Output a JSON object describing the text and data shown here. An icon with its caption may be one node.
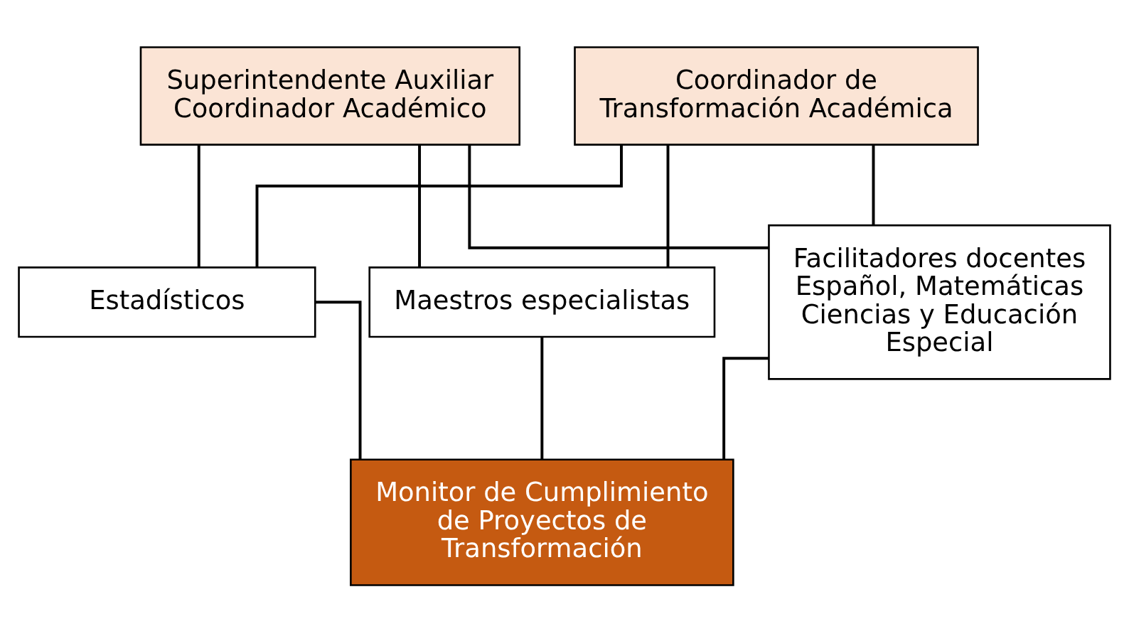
{
  "diagram": {
    "nodes": [
      {
        "text": [
          "Superintendente Auxiliar Coordinador Académico"
        ]
      },
      {
        "text": [
          "Coordinador de Transformación Académica"
        ]
      },
      {
        "text": [
          "Estadísticos"
        ]
      },
      {
        "text": [
          "Maestros especialistas"
        ]
      },
      {
        "text": [
          "Facilitadores docentes Español, Matemáticas Ciencias y Educación Especial"
        ]
      },
      {
        "text": [
          "Monitor de Cumplimiento de Proyectos de Transformación"
        ]
      }
    ],
    "edges": [
      {
        "from": 0,
        "to": 2,
        "arrow": "none"
      },
      {
        "from": 0,
        "to": 3,
        "arrow": "none"
      },
      {
        "from": 0,
        "to": 4,
        "arrow": "none"
      },
      {
        "from": 1,
        "to": 2,
        "arrow": "none"
      },
      {
        "from": 1,
        "to": 3,
        "arrow": "none"
      },
      {
        "from": 1,
        "to": 4,
        "arrow": "none"
      },
      {
        "from": 2,
        "to": 5,
        "arrow": "none"
      },
      {
        "from": 3,
        "to": 5,
        "arrow": "none"
      },
      {
        "from": 4,
        "to": 5,
        "arrow": "none"
      }
    ]
  }
}
